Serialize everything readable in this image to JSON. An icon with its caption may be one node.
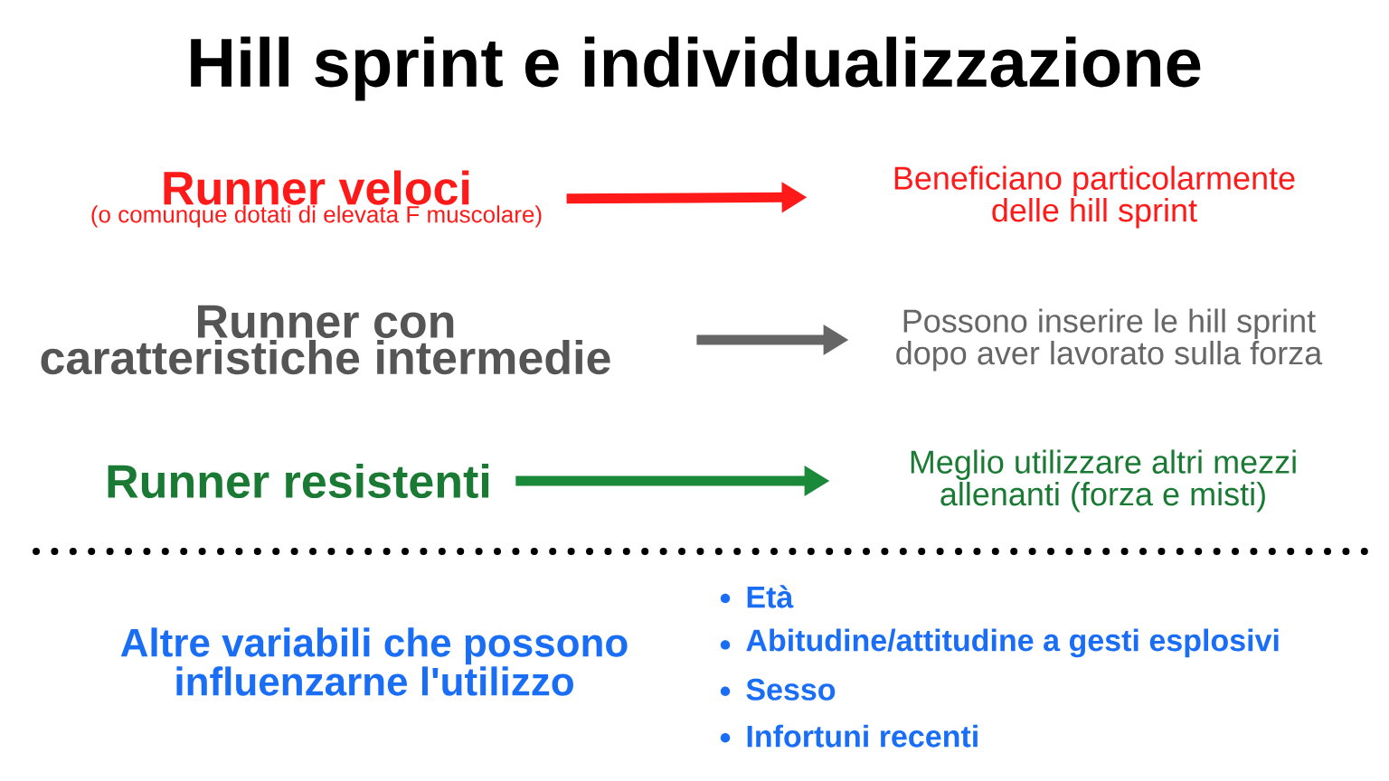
{
  "diagram": {
    "title": "Hill sprint e individualizzazione",
    "nodes": [
      {
        "text": [
          "Runner veloci",
          "(o comunque dotati di elevata F muscolare)"
        ]
      },
      {
        "text": [
          "Beneficiano particolarmente delle hill sprint"
        ]
      },
      {
        "text": [
          "Runner con caratteristiche intermedie"
        ]
      },
      {
        "text": [
          "Possono inserire le hill sprint dopo aver lavorato sulla forza"
        ]
      },
      {
        "text": [
          "Runner resistenti"
        ]
      },
      {
        "text": [
          "Meglio utilizzare altri mezzi allenanti (forza e misti)"
        ]
      }
    ],
    "edges": [
      {
        "from": 0,
        "to": 1,
        "arrow": "to",
        "color": "#ff1a1a"
      },
      {
        "from": 2,
        "to": 3,
        "arrow": "to",
        "color": "#666666"
      },
      {
        "from": 4,
        "to": 5,
        "arrow": "to",
        "color": "#1a8a3a"
      }
    ],
    "labels": [
      "Altre variabili che possono influenzarne l'utilizzo",
      "Età",
      "Abitudine/attitudine a gesti esplosivi",
      "Sesso",
      "Infortuni recenti"
    ]
  }
}
